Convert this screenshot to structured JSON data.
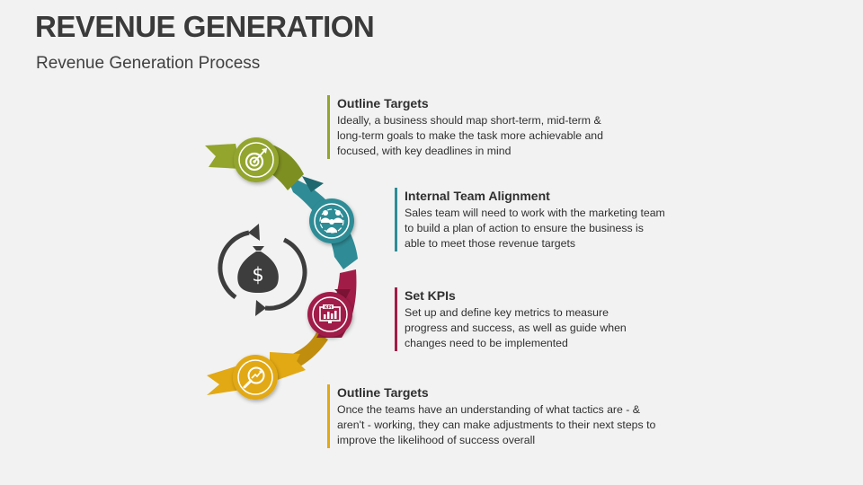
{
  "header": {
    "title": "REVENUE GENERATION",
    "subtitle": "Revenue Generation Process"
  },
  "colors": {
    "green": "#93a52d",
    "teal": "#2f8c96",
    "crimson": "#a11d48",
    "yellow": "#e2a914",
    "icon_dark": "#3d3d3d"
  },
  "steps": [
    {
      "heading": "Outline Targets",
      "body": "Ideally, a business should map short-term, mid-term & long-term goals to make the task more achievable and focused, with key deadlines in mind",
      "icon": "target-icon",
      "color": "#93a52d"
    },
    {
      "heading": "Internal Team Alignment",
      "body": "Sales team will need to work with the marketing team to build a plan of action to ensure the business is able to meet those revenue targets",
      "icon": "team-icon",
      "color": "#2f8c96"
    },
    {
      "heading": "Set KPIs",
      "body": "Set up and define key metrics to measure progress and success, as well as guide when changes need to be implemented",
      "icon": "kpi-icon",
      "color": "#a11d48"
    },
    {
      "heading": "Outline Targets",
      "body": "Once the teams have an understanding of what tactics are - & aren't - working, they can make adjustments to their next steps to improve the likelihood of success overall",
      "icon": "growth-analysis-icon",
      "color": "#e2a914"
    }
  ],
  "center_icon": {
    "icon": "money-bag-cycle-icon",
    "symbol": "$"
  }
}
